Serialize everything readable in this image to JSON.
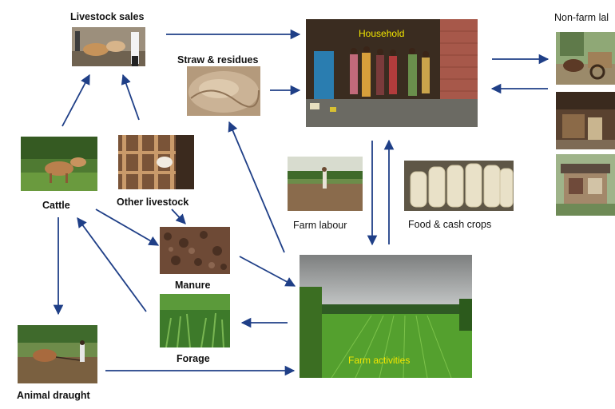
{
  "labels": {
    "livestock_sales": "Livestock sales",
    "straw_residues": "Straw & residues",
    "household": "Household",
    "non_farm": "Non-farm lal",
    "cattle": "Cattle",
    "other_livestock": "Other livestock",
    "farm_labour": "Farm  labour",
    "food_cash_crops": "Food & cash crops",
    "manure": "Manure",
    "forage": "Forage",
    "farm_activities": "Farm activities",
    "animal_draught": "Animal draught"
  },
  "colors": {
    "arrow": "#1f3f87",
    "inside_label": "#f2e600"
  }
}
